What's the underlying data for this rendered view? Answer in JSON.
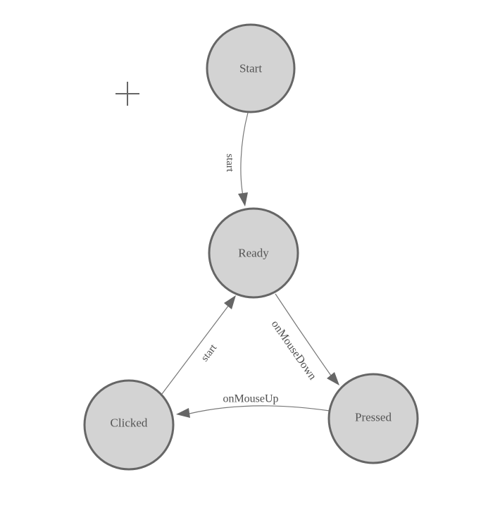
{
  "diagram": {
    "type": "state-machine",
    "colors": {
      "background": "#ffffff",
      "node_fill": "#d3d3d3",
      "node_border": "#666666",
      "edge_line": "#777777",
      "arrow_fill": "#666666",
      "node_text": "#555555",
      "edge_text": "#4f4f4f",
      "crosshair": "#666666"
    },
    "icons": {
      "origin_marker": "plus-crosshair"
    },
    "nodes": [
      {
        "id": "start",
        "label": "Start"
      },
      {
        "id": "ready",
        "label": "Ready"
      },
      {
        "id": "clicked",
        "label": "Clicked"
      },
      {
        "id": "pressed",
        "label": "Pressed"
      }
    ],
    "edges": [
      {
        "from": "Start",
        "to": "Ready",
        "label": "start"
      },
      {
        "from": "Clicked",
        "to": "Ready",
        "label": "start"
      },
      {
        "from": "Ready",
        "to": "Pressed",
        "label": "onMouseDown"
      },
      {
        "from": "Pressed",
        "to": "Clicked",
        "label": "onMouseUp"
      }
    ]
  }
}
